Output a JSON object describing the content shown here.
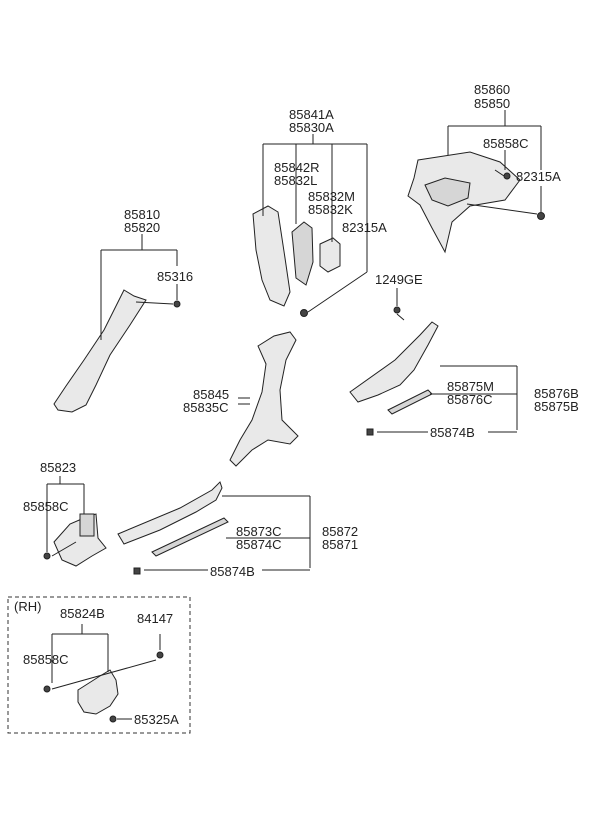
{
  "labels": {
    "a_85860": "85860",
    "a_85850": "85850",
    "a_85858C_top": "85858C",
    "a_82315A_top": "82315A",
    "b_85841A": "85841A",
    "b_85830A": "85830A",
    "b_85842R": "85842R",
    "b_85832L": "85832L",
    "b_85832M": "85832M",
    "b_85832K": "85832K",
    "b_82315A": "82315A",
    "c_85810": "85810",
    "c_85820": "85820",
    "c_85316": "85316",
    "d_1249GE": "1249GE",
    "d_85875M": "85875M",
    "d_85876C": "85876C",
    "d_85876B": "85876B",
    "d_85875B": "85875B",
    "d_85874B": "85874B",
    "e_85845": "85845",
    "e_85835C": "85835C",
    "f_85823": "85823",
    "f_85858C": "85858C",
    "g_85873C": "85873C",
    "g_85874C": "85874C",
    "g_85872": "85872",
    "g_85871": "85871",
    "g_85874B": "85874B",
    "h_RH": "(RH)",
    "h_85824B": "85824B",
    "h_84147": "84147",
    "h_85858C": "85858C",
    "h_85325A": "85325A"
  }
}
